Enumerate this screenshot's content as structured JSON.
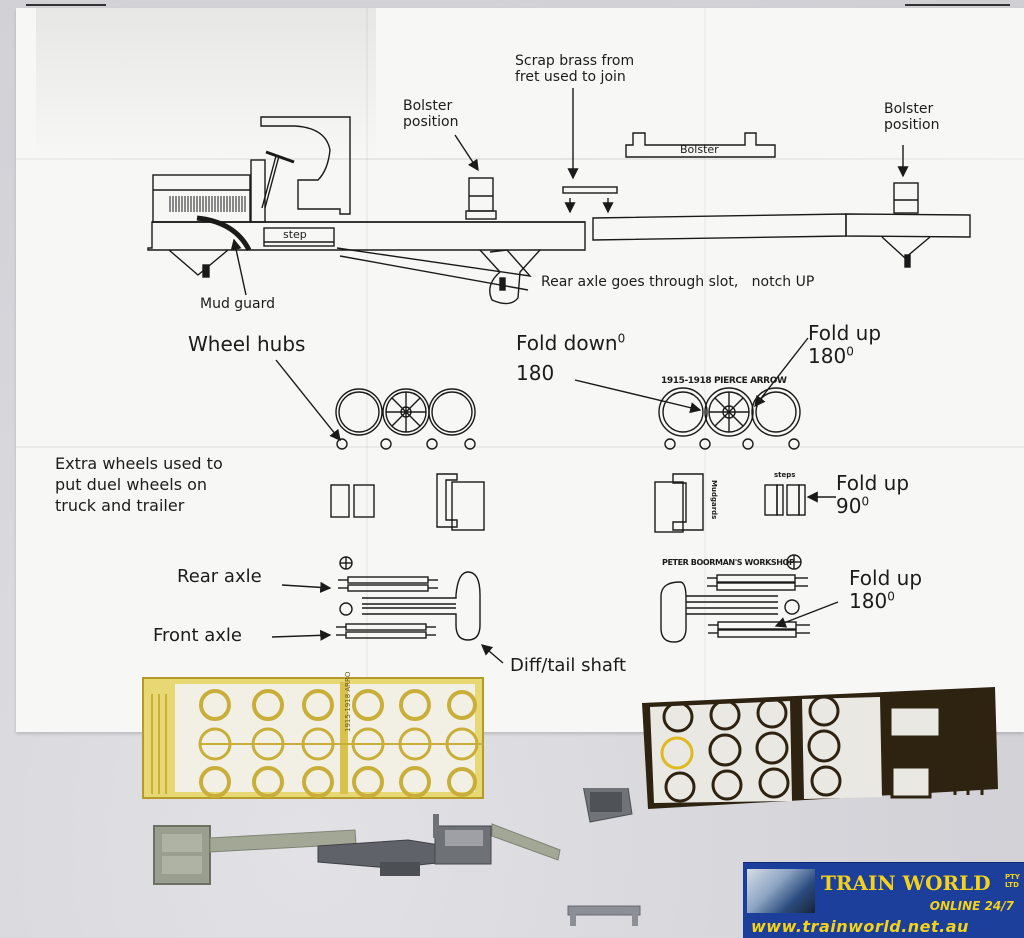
{
  "sheet": {
    "labels": {
      "bolster_position_left": [
        "Bolster",
        "position"
      ],
      "scrap_brass": [
        "Scrap brass from",
        "fret used to join"
      ],
      "bolster_part": "Bolster",
      "bolster_position_right": [
        "Bolster",
        "position"
      ],
      "step": "step",
      "mud_guard": "Mud guard",
      "rear_axle_slot": "Rear axle goes through slot,",
      "notch_up": "notch UP",
      "wheel_hubs": "Wheel hubs",
      "fold_down": "Fold down",
      "fold_down_angle": "180",
      "fold_up_1": "Fold up",
      "fold_up_1_angle": "180",
      "pierce_arrow": "1915-1918  PIERCE  ARROW",
      "extra_wheels": [
        "Extra  wheels used to",
        "put duel wheels on",
        "truck and trailer"
      ],
      "mudguards_tag": "Mudgards",
      "steps_tag": "steps",
      "fold_up_2": "Fold up",
      "fold_up_2_angle": "90",
      "rear_axle": "Rear axle",
      "front_axle": "Front axle",
      "workshop": "PETER BOORMAN'S WORKSHOP",
      "fold_up_3": "Fold up",
      "fold_up_3_angle": "180",
      "diff_tail_shaft": "Diff/tail shaft",
      "degree_mark": "0"
    }
  },
  "frets": {
    "left_fret_tag": "1915-1918 ARROW",
    "left_color": "#d9c24a",
    "right_color": "#3a2a12"
  },
  "watermark": {
    "brand": "TRAIN WORLD",
    "pty": [
      "PTY",
      "LTD"
    ],
    "tagline": "ONLINE 24/7",
    "url": "www.trainworld.net.au",
    "bg_color": "#1b3f9a",
    "text_color": "#f5d21a"
  }
}
